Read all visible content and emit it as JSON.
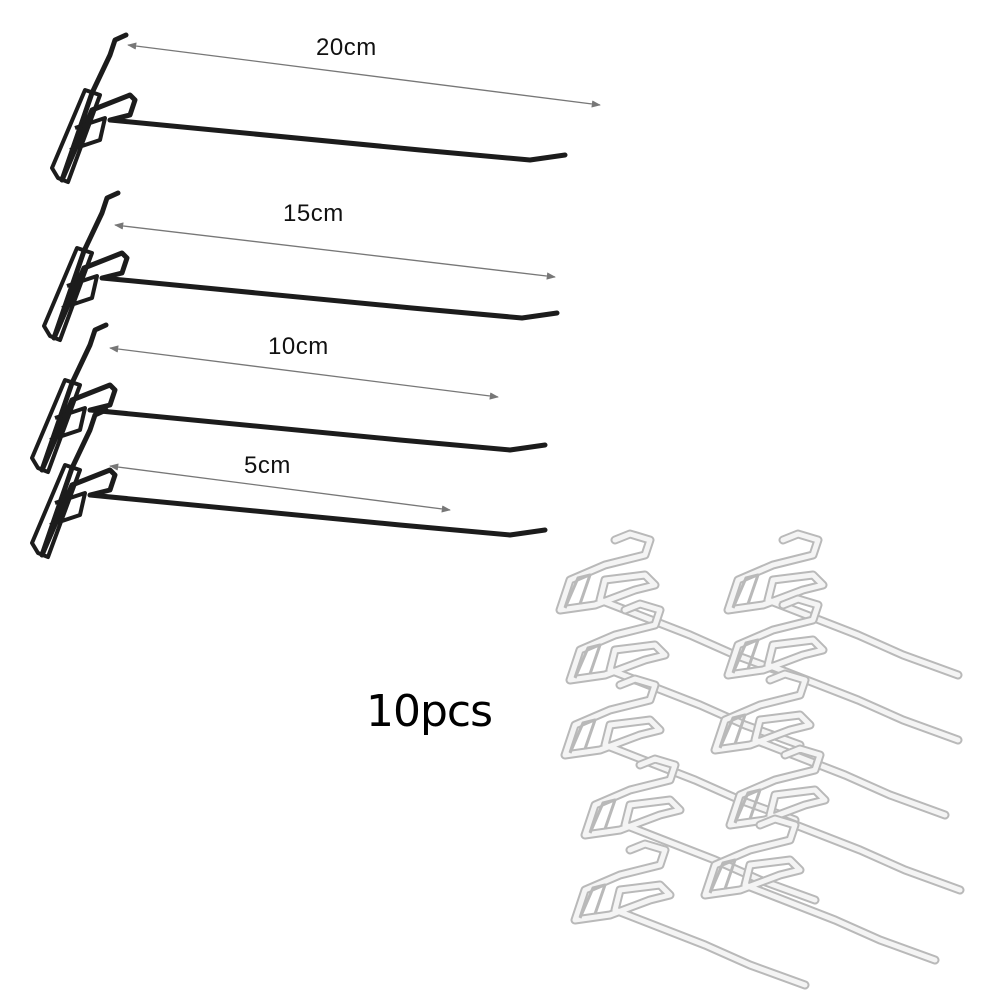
{
  "product": {
    "hook_sizes": [
      {
        "label": "20cm"
      },
      {
        "label": "15cm"
      },
      {
        "label": "10cm"
      },
      {
        "label": "5cm"
      }
    ],
    "quantity_label": "10pcs",
    "colors": {
      "black_hook": "#1c1c1c",
      "white_hook": "#f4f4f4",
      "white_outline": "#b9b9b9",
      "dimension_line": "#777777"
    }
  }
}
